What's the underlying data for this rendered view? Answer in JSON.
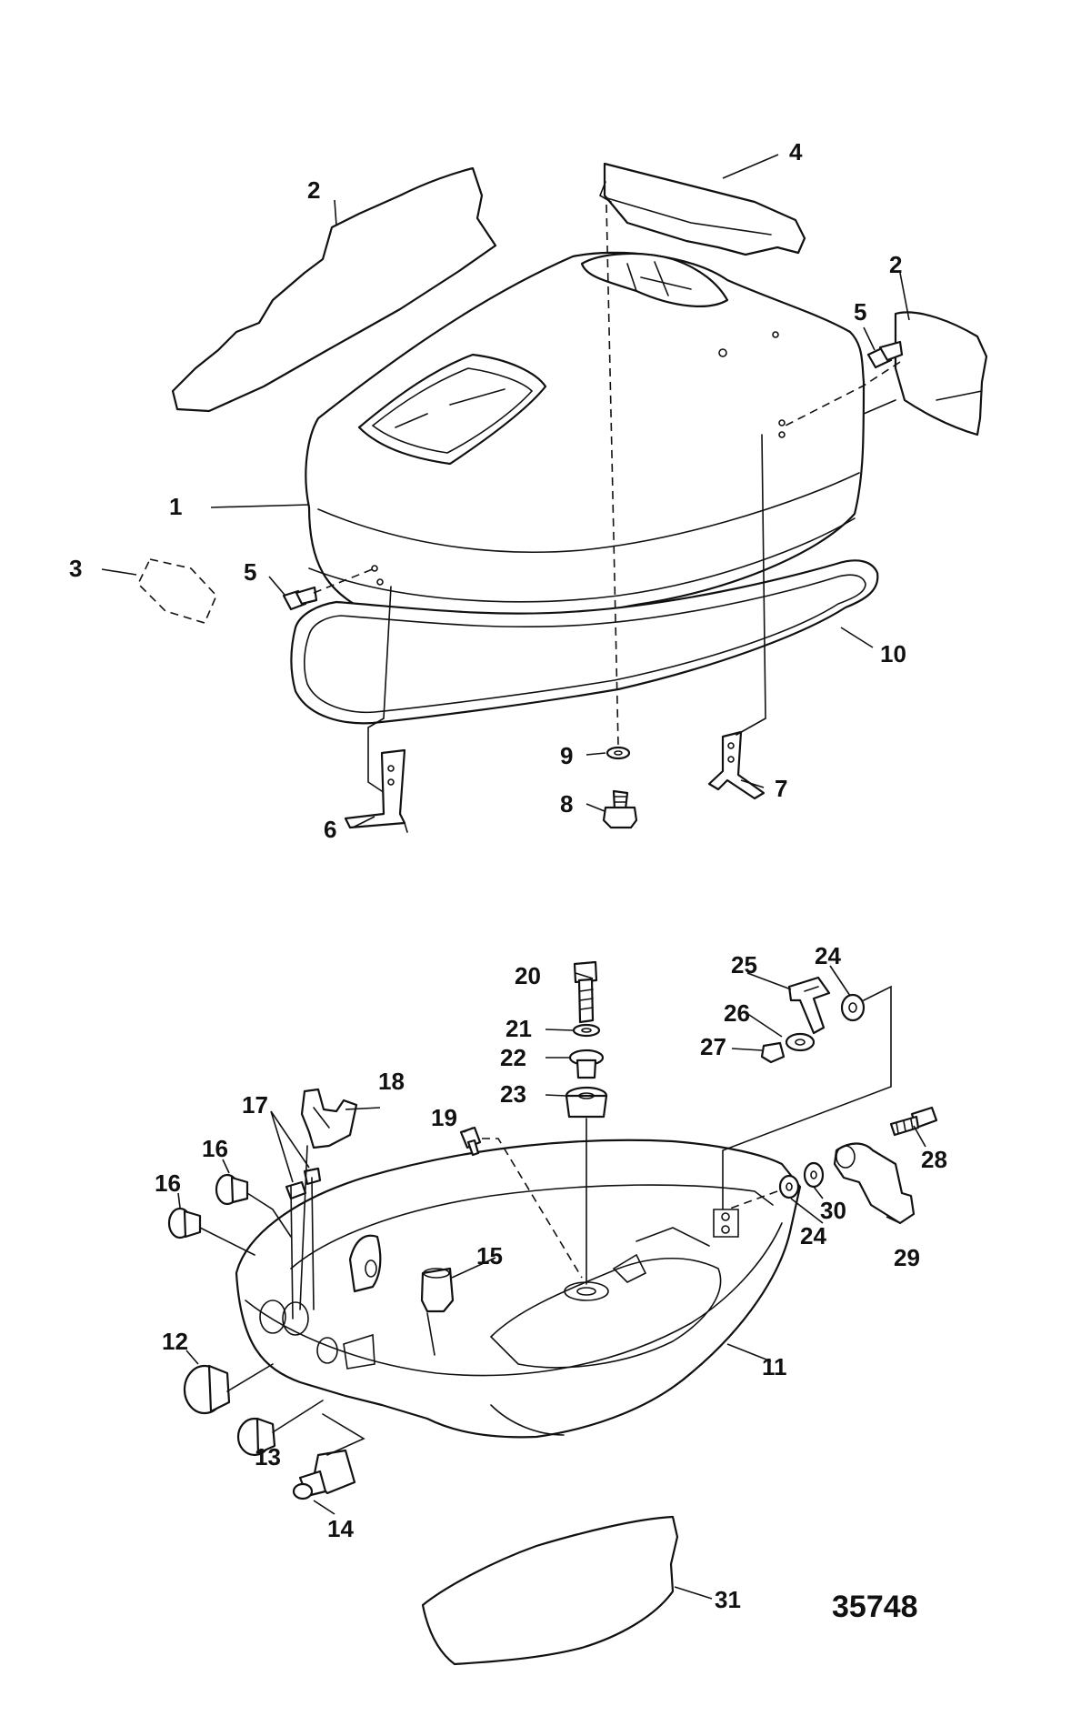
{
  "diagram": {
    "figure_number": "35748",
    "callouts": [
      {
        "id": "c1",
        "label": "1"
      },
      {
        "id": "c2a",
        "label": "2"
      },
      {
        "id": "c2b",
        "label": "2"
      },
      {
        "id": "c3",
        "label": "3"
      },
      {
        "id": "c4",
        "label": "4"
      },
      {
        "id": "c5a",
        "label": "5"
      },
      {
        "id": "c5b",
        "label": "5"
      },
      {
        "id": "c6",
        "label": "6"
      },
      {
        "id": "c7",
        "label": "7"
      },
      {
        "id": "c8",
        "label": "8"
      },
      {
        "id": "c9",
        "label": "9"
      },
      {
        "id": "c10",
        "label": "10"
      },
      {
        "id": "c11",
        "label": "11"
      },
      {
        "id": "c12",
        "label": "12"
      },
      {
        "id": "c13",
        "label": "13"
      },
      {
        "id": "c14",
        "label": "14"
      },
      {
        "id": "c15",
        "label": "15"
      },
      {
        "id": "c16a",
        "label": "16"
      },
      {
        "id": "c16b",
        "label": "16"
      },
      {
        "id": "c17",
        "label": "17"
      },
      {
        "id": "c18",
        "label": "18"
      },
      {
        "id": "c19",
        "label": "19"
      },
      {
        "id": "c20",
        "label": "20"
      },
      {
        "id": "c21",
        "label": "21"
      },
      {
        "id": "c22",
        "label": "22"
      },
      {
        "id": "c23",
        "label": "23"
      },
      {
        "id": "c24a",
        "label": "24"
      },
      {
        "id": "c24b",
        "label": "24"
      },
      {
        "id": "c25",
        "label": "25"
      },
      {
        "id": "c26",
        "label": "26"
      },
      {
        "id": "c27",
        "label": "27"
      },
      {
        "id": "c28",
        "label": "28"
      },
      {
        "id": "c29",
        "label": "29"
      },
      {
        "id": "c30",
        "label": "30"
      },
      {
        "id": "c31",
        "label": "31"
      }
    ]
  }
}
